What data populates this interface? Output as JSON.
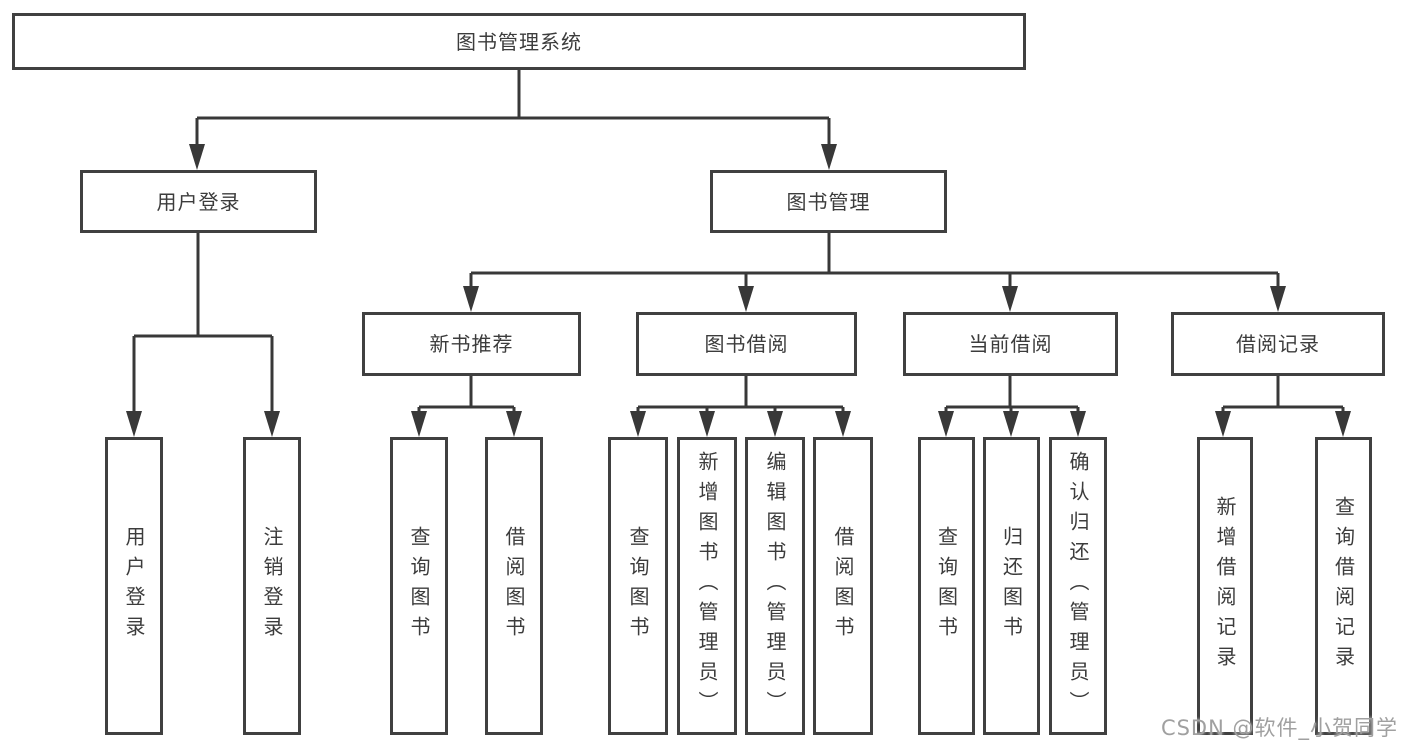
{
  "title": "图书管理系统",
  "colors": {
    "line": "#383838",
    "box_border": "#404040",
    "box_background": "#ffffff",
    "text": "#3c3c3c",
    "watermark": "#a0a0a0",
    "background": "#ffffff"
  },
  "watermark": {
    "text": "CSDN @软件_小贺同学"
  },
  "diagram": {
    "type": "tree",
    "nodes": {
      "root": "图书管理系统",
      "user_login": "用户登录",
      "book_mgmt": "图书管理",
      "new_book_rec": "新书推荐",
      "book_borrow": "图书借阅",
      "current_borrow": "当前借阅",
      "borrow_records": "借阅记录",
      "ul_user_login": "用户登录",
      "ul_logout": "注销登录",
      "nb_query_book": "查询图书",
      "nb_borrow_book": "借阅图书",
      "bb_query_book": "查询图书",
      "bb_add_book": "新增图书（管理员）",
      "bb_edit_book": "编辑图书（管理员）",
      "bb_borrow_book": "借阅图书",
      "cb_query_book": "查询图书",
      "cb_return_book": "归还图书",
      "cb_confirm_return": "确认归还（管理员）",
      "br_add_record": "新增借阅记录",
      "br_query_record": "查询借阅记录"
    },
    "hierarchy": {
      "图书管理系统": {
        "用户登录": [
          "用户登录",
          "注销登录"
        ],
        "图书管理": {
          "新书推荐": [
            "查询图书",
            "借阅图书"
          ],
          "图书借阅": [
            "查询图书",
            "新增图书（管理员）",
            "编辑图书（管理员）",
            "借阅图书"
          ],
          "当前借阅": [
            "查询图书",
            "归还图书",
            "确认归还（管理员）"
          ],
          "借阅记录": [
            "新增借阅记录",
            "查询借阅记录"
          ]
        }
      }
    }
  }
}
